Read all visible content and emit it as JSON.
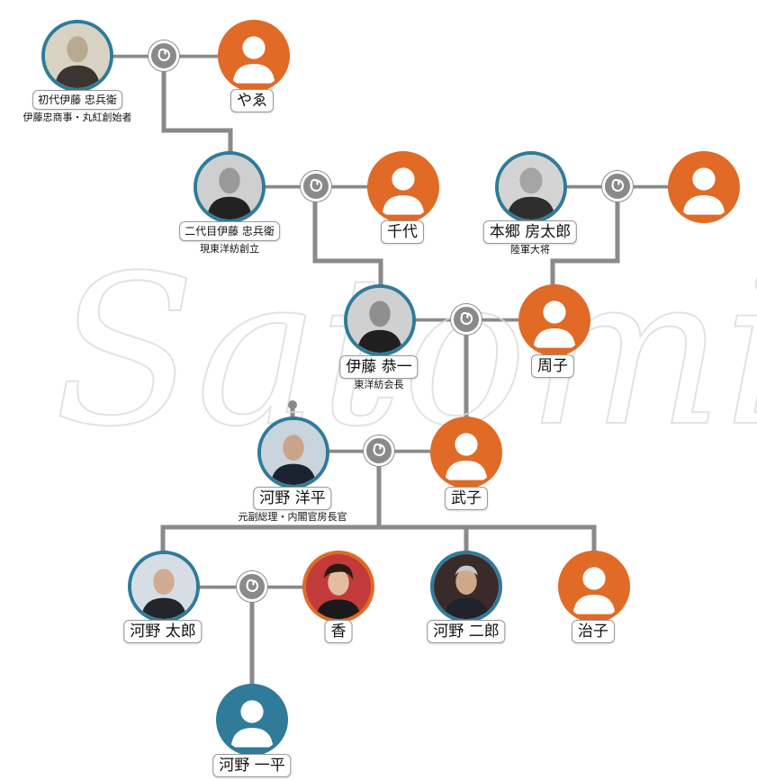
{
  "watermark": "Satomi",
  "people": {
    "chubei1": {
      "name": "初代伊藤 忠兵衛",
      "note": "伊藤忠商事・丸紅創始者"
    },
    "yae": {
      "name": "やゑ"
    },
    "chubei2": {
      "name": "二代目伊藤 忠兵衛",
      "note": "現東洋紡創立"
    },
    "chiyo": {
      "name": "千代"
    },
    "fusataro": {
      "name": "本郷 房太郎",
      "note": "陸軍大将"
    },
    "kyoichi": {
      "name": "伊藤 恭一",
      "note": "東洋紡会長"
    },
    "shuko": {
      "name": "周子"
    },
    "yohei": {
      "name": "河野 洋平",
      "note": "元副総理・内閣官房長官"
    },
    "takeko": {
      "name": "武子"
    },
    "taro": {
      "name": "河野 太郎"
    },
    "kaori": {
      "name": "香"
    },
    "jiro": {
      "name": "河野 二郎"
    },
    "haruko": {
      "name": "治子"
    },
    "ippei": {
      "name": "河野 一平"
    }
  },
  "colors": {
    "female": "#e06a26",
    "male_placeholder": "#2f7b99",
    "photo_border": "#2f7b99",
    "line": "#8a8a8a"
  }
}
